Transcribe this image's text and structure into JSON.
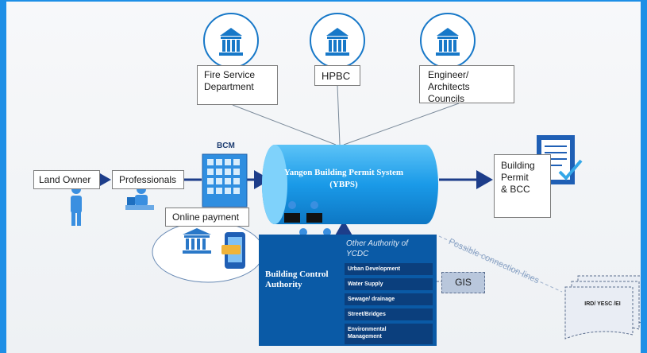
{
  "authorities_top": [
    {
      "label": "Fire Service\nDepartment"
    },
    {
      "label": "HPBC"
    },
    {
      "label": "Engineer/ Architects\nCouncils"
    }
  ],
  "flow": {
    "land_owner": "Land Owner",
    "professionals": "Professionals",
    "bcm": "BCM",
    "ybps": "Yangon Building Permit System\n(YBPS)",
    "building_permit": "Building\nPermit\n& BCC",
    "online_payment": "Online payment"
  },
  "bca": {
    "label": "Building Control\nAuthority",
    "other_authority": "Other Authority of\nYCDC",
    "items": [
      "Urban Development",
      "Water Supply",
      "Sewage/ drainage",
      "Street/Bridges",
      "Environmental\nManagement"
    ]
  },
  "gis": "GIS",
  "possible_connection": "Possible connection lines",
  "ird": "IRD/ YESC /EI",
  "colors": {
    "accent": "#1e8fe6",
    "cylinder": "#1a9ae8",
    "bca": "#0a5aa6",
    "arrow": "#1d3d8a"
  }
}
